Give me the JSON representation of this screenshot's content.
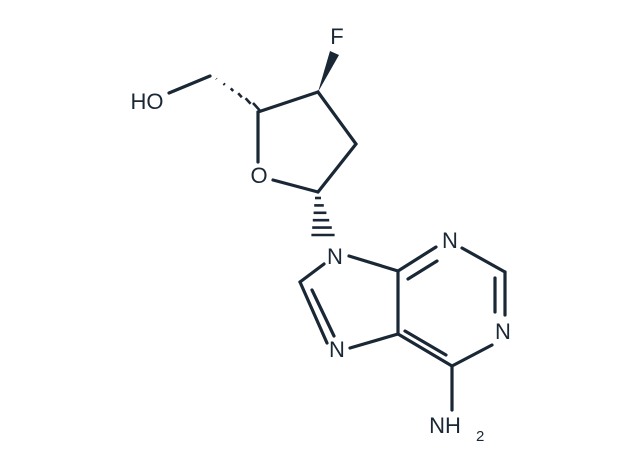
{
  "molecule": {
    "atom_labels": {
      "fluorine": "F",
      "hydroxyl": "HO",
      "ring_oxygen": "O",
      "n9": "N",
      "n1": "N",
      "n3": "N",
      "n7": "N",
      "amine": "NH",
      "amine_subscript": "2"
    },
    "colors": {
      "bond": "#1a2735",
      "label": "#1a2735",
      "background": "#ffffff"
    }
  }
}
